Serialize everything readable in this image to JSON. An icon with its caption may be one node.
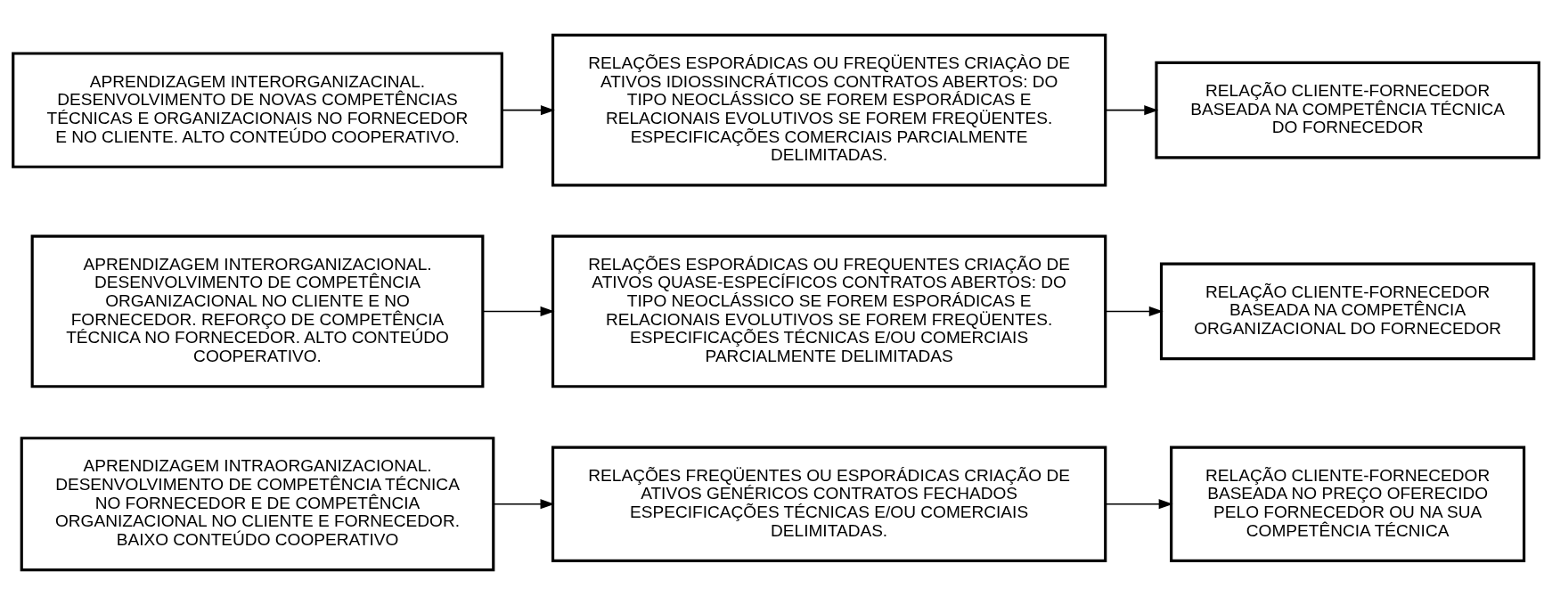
{
  "diagram": {
    "nodes": [
      {
        "text": [
          "APRENDIZAGEM INTRAORGANIZACIONAL. DESENVOLVIMENTO DE COMPETÊNCIA TÉCNICA NO FORNECEDOR E DE COMPETÊNCIA ORGANIZACIONAL NO CLIENTE E FORNECEDOR. BAIXO CONTEÚDO COOPERATIVO"
        ]
      },
      {
        "text": [
          "RELAÇÕES FREQÜENTES OU ESPORÁDICAS CRIAÇÃO DE ATIVOS GENÉRICOS CONTRATOS FECHADOS ESPECIFICAÇÕES TÉCNICAS E/OU COMERCIAIS DELIMITADAS."
        ]
      },
      {
        "text": [
          "RELAÇÃO CLIENTE-FORNECEDOR BASEADA NO PREÇO OFERECIDO PELO FORNECEDOR OU NA SUA COMPETÊNCIA TÉCNICA"
        ]
      },
      {
        "text": [
          "APRENDIZAGEM INTERORGANIZACIONAL. DESENVOLVIMENTO DE COMPETÊNCIA ORGANIZACIONAL NO CLIENTE E NO FORNECEDOR. REFORÇO DE COMPETÊNCIA TÉCNICA NO FORNECEDOR. ALTO CONTEÚDO COOPERATIVO."
        ]
      },
      {
        "text": [
          "RELAÇÕES ESPORÁDICAS OU FREQUENTES CRIAÇÃO DE ATIVOS QUASE-ESPECÍFICOS CONTRATOS ABERTOS: DO TIPO NEOCLÁSSICO SE FOREM ESPORÁDICAS E RELACIONAIS EVOLUTIVOS SE FOREM FREQÜENTES. ESPECIFICAÇÕES TÉCNICAS E/OU COMERCIAIS PARCIALMENTE DELIMITADAS"
        ]
      },
      {
        "text": [
          "RELAÇÃO CLIENTE-FORNECEDOR BASEADA NA COMPETÊNCIA ORGANIZACIONAL DO FORNECEDOR"
        ]
      },
      {
        "text": [
          "APRENDIZAGEM INTERORGANIZACINAL. DESENVOLVIMENTO DE NOVAS COMPETÊNCIAS TÉCNICAS E ORGANIZACIONAIS NO FORNECEDOR E NO CLIENTE. ALTO CONTEÚDO COOPERATIVO."
        ]
      },
      {
        "text": [
          "RELAÇÕES ESPORÁDICAS OU FREQÜENTES CRIAÇÀO DE ATIVOS IDIOSSINCRÁTICOS CONTRATOS ABERTOS: DO TIPO NEOCLÁSSICO SE FOREM ESPORÁDICAS E RELACIONAIS EVOLUTIVOS SE FOREM FREQÜENTES. ESPECIFICAÇÕES COMERCIAIS PARCIALMENTE DELIMITADAS."
        ]
      },
      {
        "text": [
          "RELAÇÃO CLIENTE-FORNECEDOR BASEADA NA COMPETÊNCIA TÉCNICA DO FORNECEDOR"
        ]
      }
    ],
    "edges": [
      {
        "from": 0,
        "to": 1,
        "arrow": "to"
      },
      {
        "from": 1,
        "to": 2,
        "arrow": "to"
      },
      {
        "from": 3,
        "to": 4,
        "arrow": "to"
      },
      {
        "from": 4,
        "to": 5,
        "arrow": "to"
      },
      {
        "from": 6,
        "to": 7,
        "arrow": "to"
      },
      {
        "from": 7,
        "to": 8,
        "arrow": "to"
      }
    ]
  }
}
